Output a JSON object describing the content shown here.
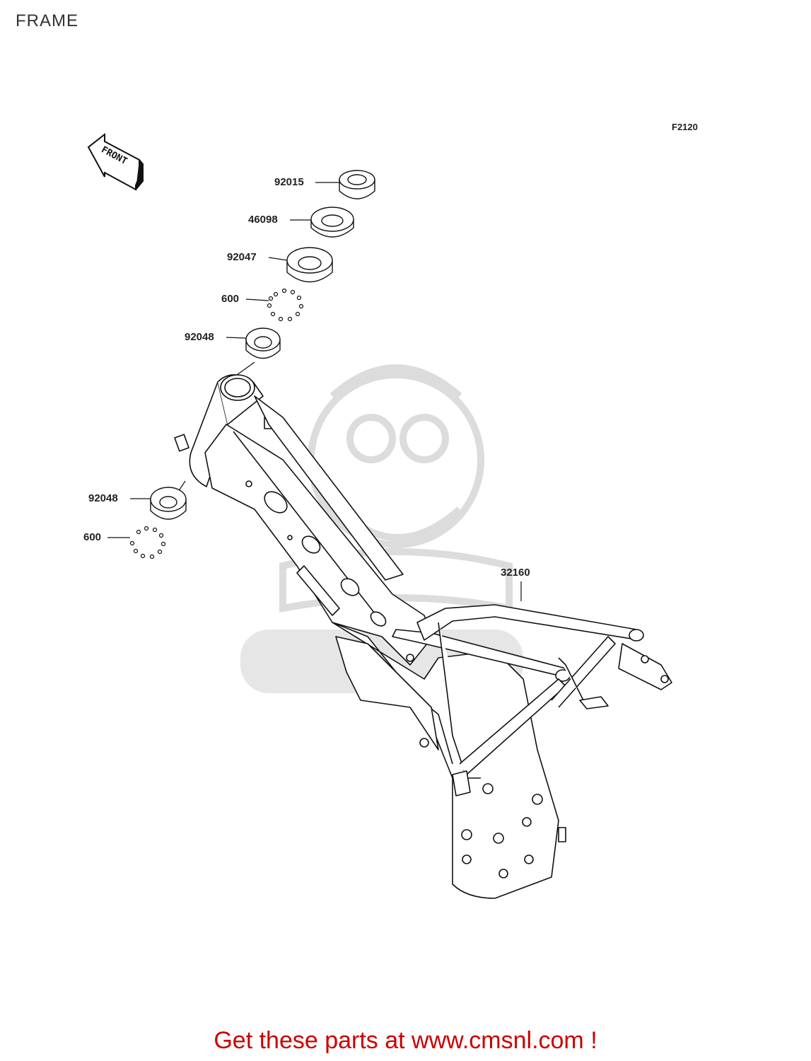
{
  "header": {
    "title": "FRAME",
    "diagram_code": "F2120"
  },
  "front_arrow": {
    "label": "FRONT"
  },
  "parts": {
    "p1": "92015",
    "p2": "46098",
    "p3": "92047",
    "p4": "600",
    "p5": "92048",
    "p6": "92048",
    "p7": "600",
    "p8": "32160"
  },
  "footer": {
    "text": "Get these parts at www.cmsnl.com !"
  },
  "colors": {
    "line": "#1a1a1a",
    "footer_text": "#cc0000",
    "watermark": "#dedede"
  }
}
